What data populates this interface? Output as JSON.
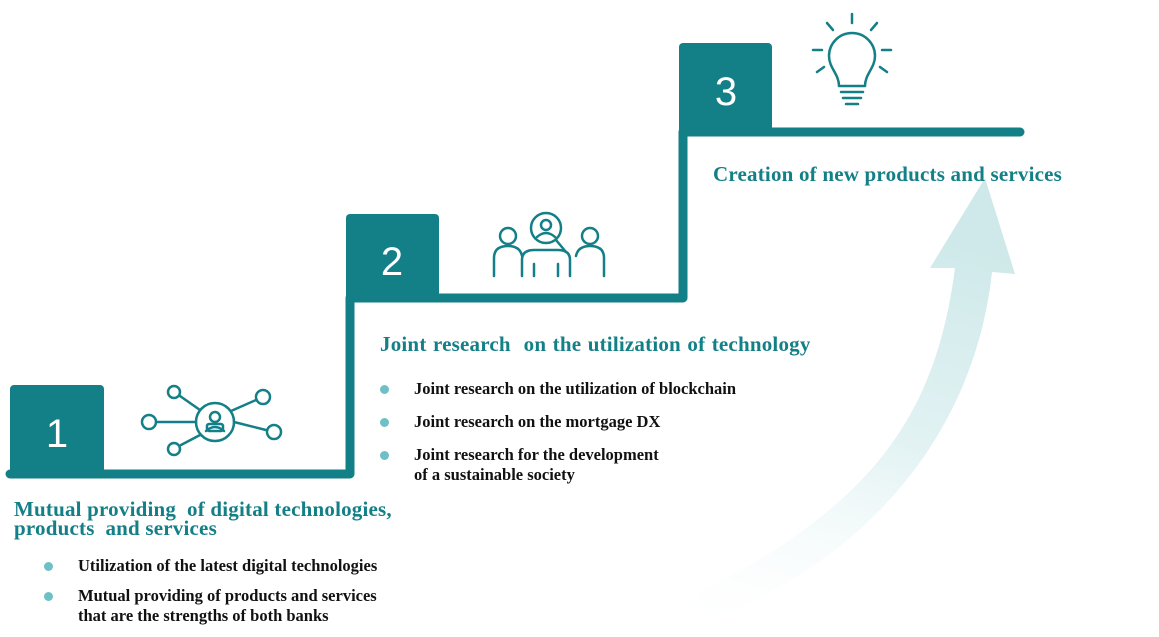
{
  "colors": {
    "teal": "#137f87",
    "bullet": "#6fc0c6",
    "arrow": "#cfe9ea"
  },
  "steps": [
    {
      "number": "1",
      "icon": "network-person-icon",
      "heading": "Mutual providing  of digital technologies,\nproducts  and services",
      "bullets": [
        "Utilization of the latest digital technologies",
        "Mutual providing of products and services\nthat are the strengths of both banks"
      ]
    },
    {
      "number": "2",
      "icon": "team-search-icon",
      "heading": "Joint research  on the utilization of technology",
      "bullets": [
        "Joint research on the utilization of blockchain",
        "Joint research on the mortgage DX",
        "Joint research for the development\nof a sustainable society"
      ]
    },
    {
      "number": "3",
      "icon": "lightbulb-icon",
      "heading": "Creation of new products and services",
      "bullets": []
    }
  ]
}
